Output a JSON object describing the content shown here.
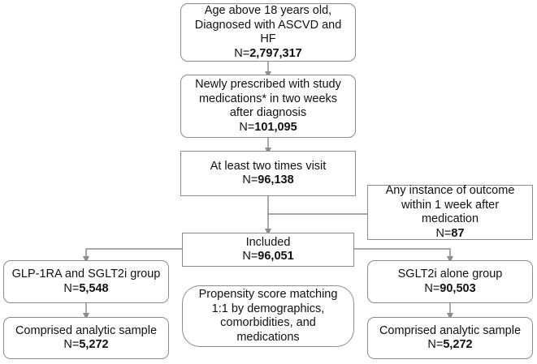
{
  "boxes": {
    "eligibility": {
      "lines": [
        "Age above 18 years old,",
        "Diagnosed with ASCVD and",
        "HF"
      ],
      "n_prefix": "N=",
      "n_value": "2,797,317"
    },
    "prescribed": {
      "lines": [
        "Newly prescribed with study",
        "medications* in two weeks",
        "after diagnosis"
      ],
      "n_prefix": "N=",
      "n_value": "101,095"
    },
    "visits": {
      "lines": [
        "At least two times visit"
      ],
      "n_prefix": "N=",
      "n_value": "96,138"
    },
    "excluded": {
      "lines": [
        "Any instance of outcome",
        "within 1 week after",
        "medication"
      ],
      "n_prefix": "N=",
      "n_value": "87"
    },
    "included": {
      "lines": [
        "Included"
      ],
      "n_prefix": "N=",
      "n_value": "96,051"
    },
    "combo_group": {
      "lines": [
        "GLP-1RA and SGLT2i group"
      ],
      "n_prefix": "N=",
      "n_value": "5,548"
    },
    "sglt2i_group": {
      "lines": [
        "SGLT2i alone group"
      ],
      "n_prefix": "N=",
      "n_value": "90,503"
    },
    "matching": {
      "lines": [
        "Propensity score matching",
        "1:1 by demographics,",
        "comorbidities, and",
        "medications"
      ]
    },
    "combo_sample": {
      "lines": [
        "Comprised analytic sample"
      ],
      "n_prefix": "N=",
      "n_value": "5,272"
    },
    "sglt2i_sample": {
      "lines": [
        "Comprised analytic sample"
      ],
      "n_prefix": "N=",
      "n_value": "5,272"
    }
  },
  "colors": {
    "border": "#8c8c8c",
    "connector": "#8c8c8c",
    "text": "#111111",
    "background": "#ffffff"
  }
}
